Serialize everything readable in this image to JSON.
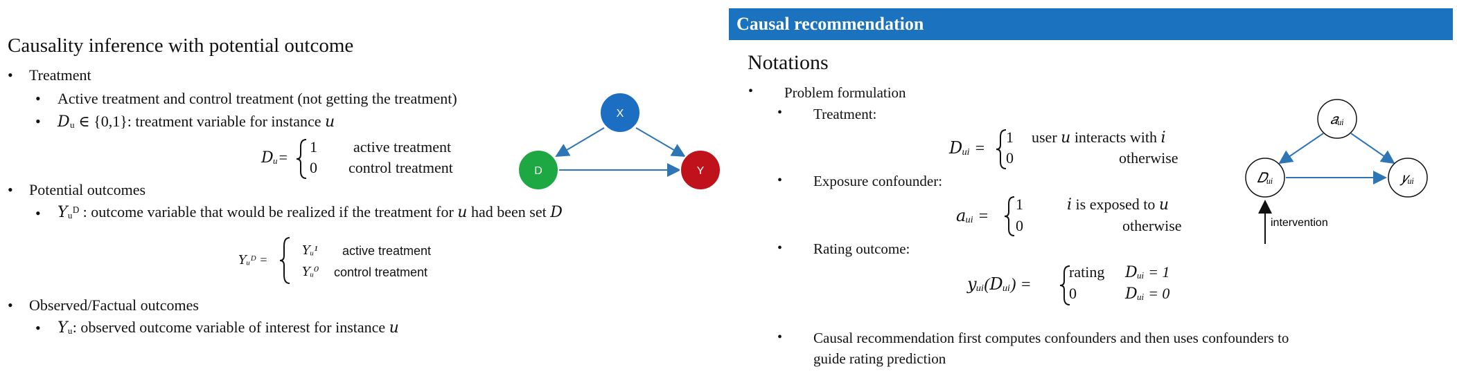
{
  "left": {
    "title": "Causality inference with potential outcome",
    "bullets": {
      "treatment": "Treatment",
      "active_control": "Active treatment and control treatment (not getting the treatment)",
      "du_def": "𝐷ᵤ ∈ {0,1}: treatment variable for instance 𝑢",
      "potential_outcomes": "Potential outcomes",
      "yud_def": "𝑌ᵤᴰ : outcome variable that would be realized if the treatment for 𝑢 had been set 𝐷",
      "observed": "Observed/Factual outcomes",
      "yu_def": "𝑌ᵤ: observed outcome variable of interest for instance 𝑢"
    },
    "eq1": {
      "lhs": "𝐷ᵤ=",
      "v1": "1",
      "t1": "active treatment",
      "v0": "0",
      "t0": "control treatment"
    },
    "eq2": {
      "lhs": "𝑌ᵤᴰ =",
      "v1": "𝑌ᵤ¹",
      "t1": "active treatment",
      "v0": "𝑌ᵤ⁰",
      "t0": "control treatment"
    },
    "graph": {
      "x": "X",
      "d": "D",
      "y": "Y"
    }
  },
  "right": {
    "header": "Causal recommendation",
    "title": "Notations",
    "bullets": {
      "problem": "Problem formulation",
      "treatment": "Treatment:",
      "exposure": "Exposure confounder:",
      "rating": "Rating outcome:",
      "causal_line1": "Causal recommendation first computes confounders and then uses confounders to",
      "causal_line2": "guide rating prediction"
    },
    "eq_d": {
      "lhs": "𝐷ᵤᵢ =",
      "r1v": "1",
      "r1t": "user 𝑢 interacts with 𝑖",
      "r2v": "0",
      "r2t": "otherwise"
    },
    "eq_a": {
      "lhs": "𝑎ᵤᵢ =",
      "r1v": "1",
      "r1t": "𝑖 is exposed to 𝑢",
      "r2v": "0",
      "r2t": "otherwise"
    },
    "eq_y": {
      "lhs": "𝑦ᵤᵢ(𝐷ᵤᵢ) =",
      "r1v": "rating",
      "r1t": "𝐷ᵤᵢ = 1",
      "r2v": "0",
      "r2t": "𝐷ᵤᵢ = 0"
    },
    "graph": {
      "a": "𝑎ᵤᵢ",
      "d": "𝐷ᵤᵢ",
      "y": "𝑦ᵤᵢ",
      "intervention": "intervention"
    }
  },
  "colors": {
    "header_bg": "#1b73c0",
    "node_x": "#1b6ec2",
    "node_d": "#1da843",
    "node_y": "#c0121a",
    "arrow": "#2e75b6"
  }
}
